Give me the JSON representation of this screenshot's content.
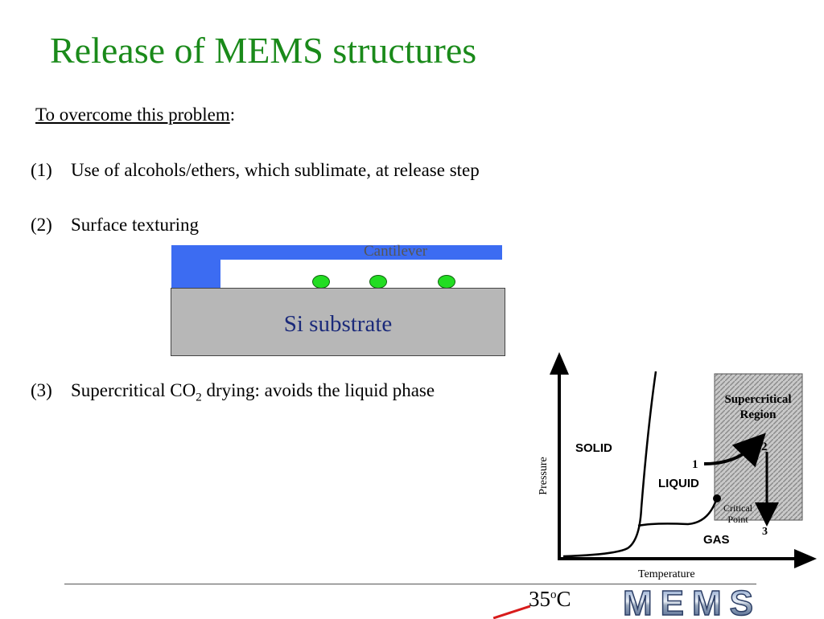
{
  "title": "Release of MEMS structures",
  "intro": {
    "link_text": "To overcome this problem",
    "suffix": ":"
  },
  "items": [
    {
      "num": "(1)",
      "text": "Use of alcohols/ethers, which sublimate, at release step"
    },
    {
      "num": "(2)",
      "text": "Surface texturing"
    },
    {
      "num": "(3)",
      "text_a": "Supercritical CO",
      "sub": "2",
      "text_b": " drying: avoids the liquid phase"
    }
  ],
  "diagram": {
    "cantilever_label": "Cantilever",
    "substrate_label": "Si substrate",
    "colors": {
      "cantilever": "#3c6cf2",
      "bumps": "#22dd22",
      "substrate": "#b7b7b7"
    }
  },
  "phase_diagram": {
    "ylabel": "Pressure",
    "xlabel": "Temperature",
    "solid": "SOLID",
    "liquid": "LIQUID",
    "gas": "GAS",
    "region_line1": "Supercritical",
    "region_line2": "Region",
    "critical_line1": "Critical",
    "critical_line2": "Point",
    "step1": "1",
    "step2": "2",
    "step3": "3"
  },
  "footer": {
    "temp_value": "35",
    "temp_sup": "o",
    "temp_unit": "C",
    "logo_text": "MEMS"
  }
}
